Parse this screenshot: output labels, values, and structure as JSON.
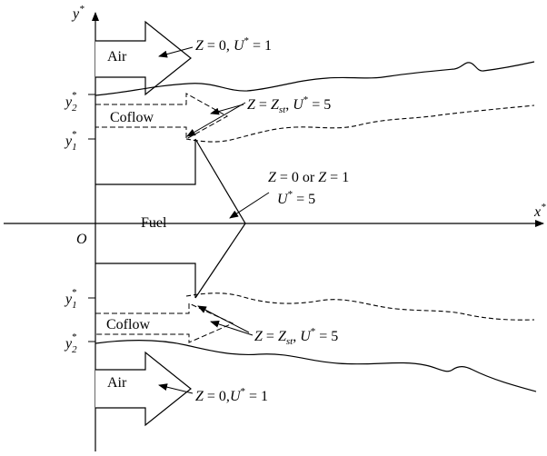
{
  "axes": {
    "y_name": "y",
    "y_super": "*",
    "x_name": "x",
    "x_super": "*",
    "origin": "O"
  },
  "tick_labels": {
    "y2": {
      "name": "y",
      "sub": "2",
      "super": "*"
    },
    "y1": {
      "name": "y",
      "sub": "1",
      "super": "*"
    }
  },
  "regions": {
    "air": "Air",
    "coflow": "Coflow",
    "fuel": "Fuel"
  },
  "annotations": {
    "air_top": {
      "z": "Z",
      "z_eq": " = 0, ",
      "u": "U",
      "u_super": "*",
      "u_eq": " = 1"
    },
    "coflow_top": {
      "z": "Z",
      "z_eq": " = ",
      "zst": "Z",
      "zst_sub": "st",
      "comma": ", ",
      "u": "U",
      "u_super": "*",
      "u_eq": " = 5"
    },
    "fuel_line1": {
      "z": "Z",
      "eq1": " = 0 or ",
      "z2": "Z",
      "eq2": " = 1"
    },
    "fuel_line2": {
      "u": "U",
      "u_super": "*",
      "u_eq": " = 5"
    },
    "coflow_bottom": {
      "z": "Z",
      "z_eq": " = ",
      "zst": "Z",
      "zst_sub": "st",
      "comma": ", ",
      "u": "U",
      "u_super": "*",
      "u_eq": " = 5"
    },
    "air_bottom": {
      "z": "Z",
      "z_eq": " = 0,",
      "u": "U",
      "u_super": "*",
      "u_eq": " = 1"
    }
  }
}
